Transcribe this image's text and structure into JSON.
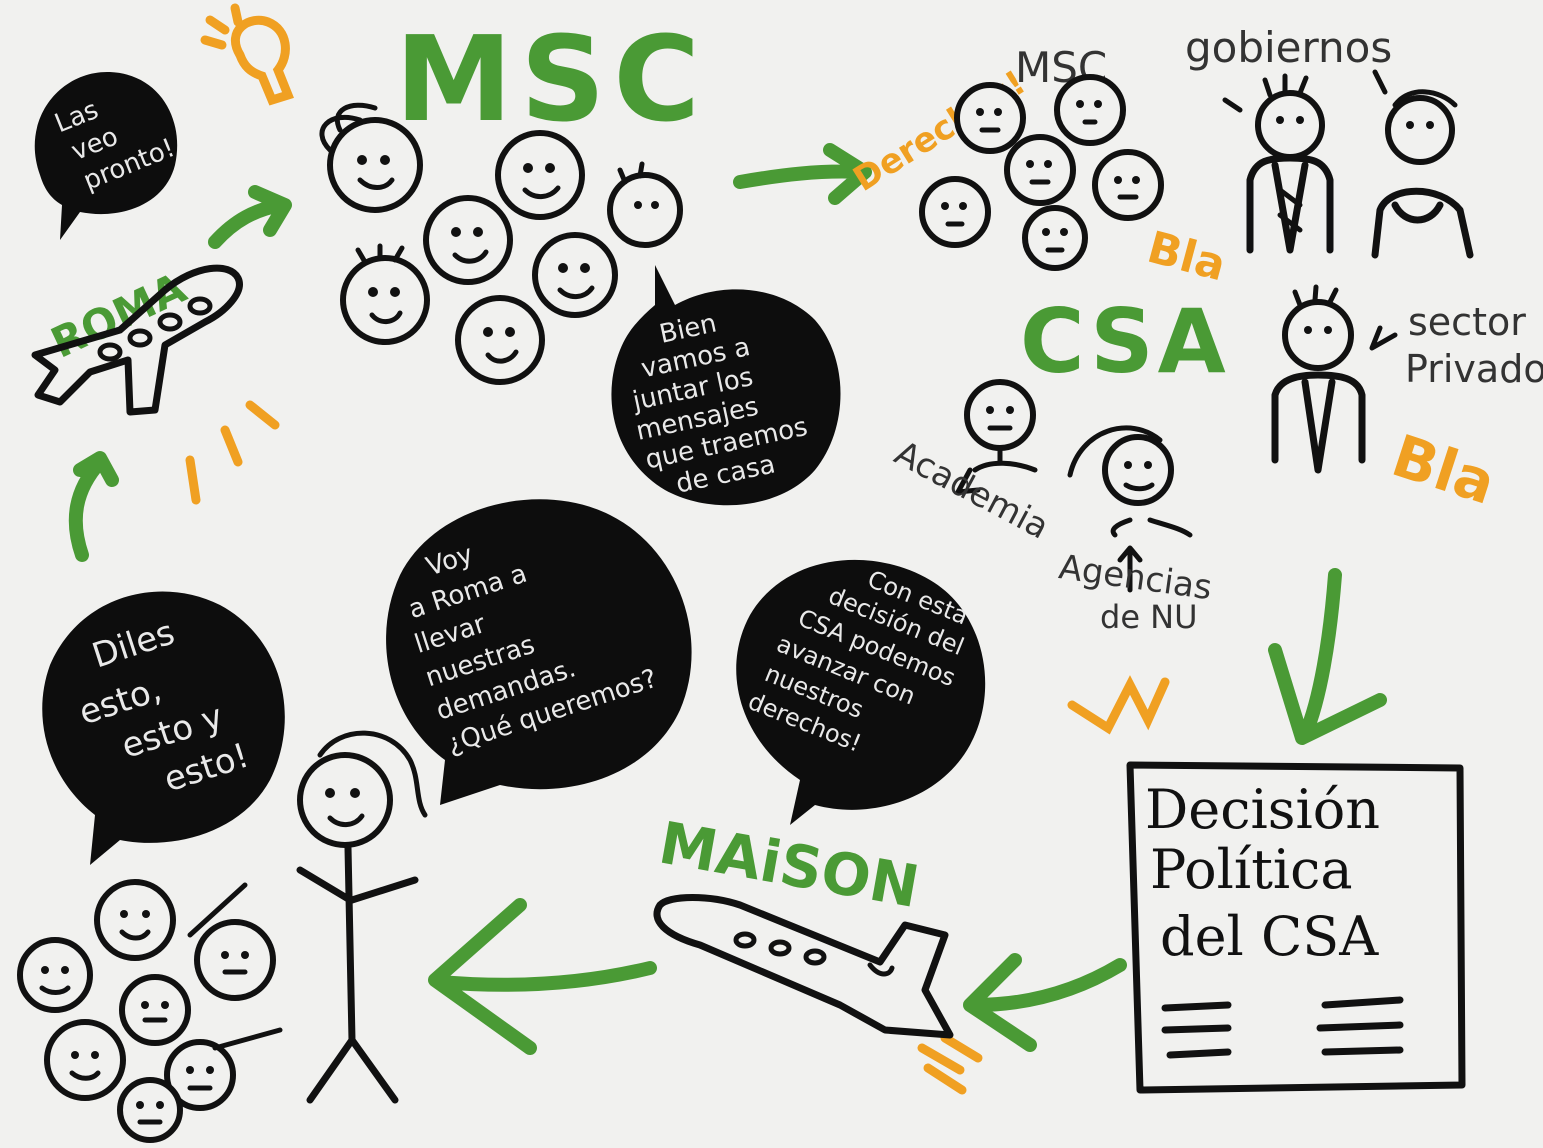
{
  "labels": {
    "msc_top": "MSC",
    "roma": "ROMA",
    "derechos": "Derechos!",
    "msc_small": "MSC",
    "gobiernos": "gobiernos",
    "bla_1": "Bla",
    "csa": "CSA",
    "sector": "sector",
    "privado": "Privado",
    "bla_2": "Bla",
    "academia": "Academia",
    "agencias": "Agencias",
    "de_nu": "de NU",
    "maison": "MAiSON"
  },
  "bubbles": {
    "las_veo": [
      "Las",
      "veo",
      "pronto!"
    ],
    "bien_vamos": [
      "Bien",
      "vamos a",
      "juntar los",
      "mensajes",
      "que traemos",
      "de casa"
    ],
    "voy_a_roma": [
      "Voy",
      "a Roma a",
      "llevar",
      "nuestras",
      "demandas.",
      "¿Qué queremos?"
    ],
    "con_esta": [
      "Con esta",
      "decisión del",
      "CSA podemos",
      "avanzar con",
      "nuestros",
      "derechos!"
    ],
    "diles": [
      "Diles",
      "esto,",
      "esto y",
      "esto!"
    ]
  },
  "document": {
    "lines": [
      "Decisión",
      "Política",
      "del CSA"
    ]
  },
  "colors": {
    "green": "#4a9a35",
    "orange": "#f0a022",
    "ink": "#111111",
    "paper": "#f1f1ef"
  }
}
